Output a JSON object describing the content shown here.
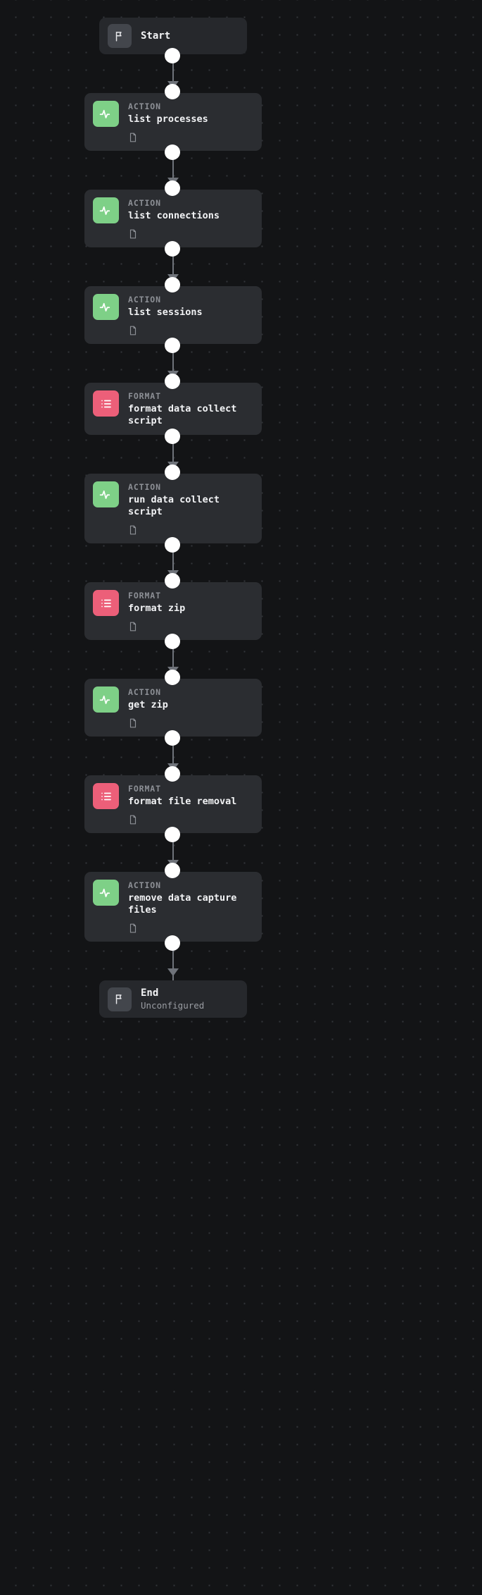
{
  "canvas": {
    "background_color": "#131416",
    "grid_dot_color": "#33363b"
  },
  "colors": {
    "action_accent": "#7ed087",
    "format_accent": "#ec5f79",
    "node_background": "#2b2d31",
    "terminal_background": "#26282c",
    "connector": "#6f737a",
    "connector_dot": "#ffffff",
    "kicker_text": "#8d9096",
    "title_text": "#f2f3f5"
  },
  "start_node": {
    "icon": "flag-icon",
    "label": "Start"
  },
  "end_node": {
    "icon": "flag-icon",
    "label": "End",
    "status": "Unconfigured"
  },
  "nodes": [
    {
      "kicker": "ACTION",
      "title": "list processes",
      "icon": "pulse-icon",
      "doc_icon": "document-icon"
    },
    {
      "kicker": "ACTION",
      "title": "list connections",
      "icon": "pulse-icon",
      "doc_icon": "document-icon"
    },
    {
      "kicker": "ACTION",
      "title": "list sessions",
      "icon": "pulse-icon",
      "doc_icon": "document-icon"
    },
    {
      "kicker": "FORMAT",
      "title": "format data collect script",
      "icon": "list-icon",
      "doc_icon": null
    },
    {
      "kicker": "ACTION",
      "title": "run data collect script",
      "icon": "pulse-icon",
      "doc_icon": "document-icon"
    },
    {
      "kicker": "FORMAT",
      "title": "format zip",
      "icon": "list-icon",
      "doc_icon": "document-icon"
    },
    {
      "kicker": "ACTION",
      "title": "get zip",
      "icon": "pulse-icon",
      "doc_icon": "document-icon"
    },
    {
      "kicker": "FORMAT",
      "title": "format file removal",
      "icon": "list-icon",
      "doc_icon": "document-icon"
    },
    {
      "kicker": "ACTION",
      "title": "remove data capture files",
      "icon": "pulse-icon",
      "doc_icon": "document-icon"
    }
  ]
}
